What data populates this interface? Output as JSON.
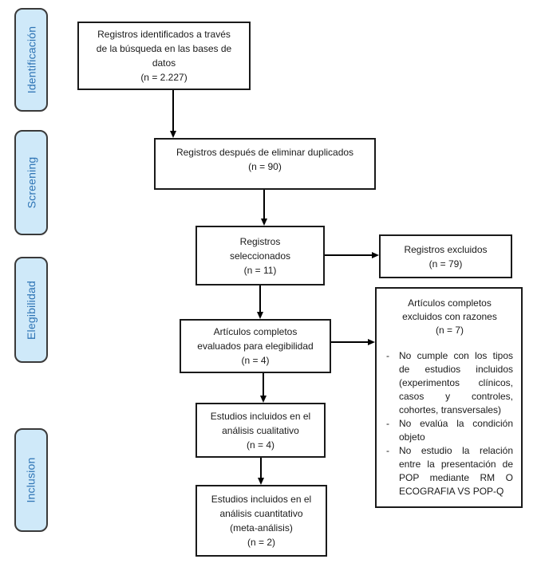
{
  "diagram": {
    "type": "prisma-flow",
    "colors": {
      "stage_fill": "#cfe9f9",
      "stage_border": "#3a3a3a",
      "stage_text": "#2e74b5",
      "box_border": "#1a1a1a",
      "box_fill": "#ffffff",
      "arrow": "#000000"
    },
    "stages": {
      "identification": "Identificación",
      "screening": "Screening",
      "eligibility": "Elegibilidad",
      "inclusion": "Inclusion"
    },
    "boxes": {
      "identified": "Registros identificados a través\nde la búsqueda en las bases de\ndatos\n(n = 2.227)",
      "after_duplicates": "Registros después de eliminar duplicados\n(n = 90)",
      "screened": "Registros\nseleccionados\n(n = 11)",
      "excluded": "Registros excluidos\n(n = 79)",
      "fulltext_assessed": "Artículos completos\nevaluados para elegibilidad\n(n = 4)",
      "fulltext_excluded": {
        "title": "Artículos completos\nexcluidos con razones\n(n = 7)",
        "bullet": "-",
        "reasons": [
          "No cumple con los tipos de estudios incluidos (experimentos clínicos, casos y controles, cohortes, transversales)",
          "No evalúa la condición objeto",
          "No estudio la relación entre la presentación de POP mediante RM O ECOGRAFIA VS POP-Q"
        ]
      },
      "qualitative": "Estudios incluidos en el\nanálisis cualitativo\n(n = 4)",
      "quantitative": "Estudios incluidos en el\nanálisis cuantitativo\n(meta-análisis)\n(n = 2)"
    }
  }
}
